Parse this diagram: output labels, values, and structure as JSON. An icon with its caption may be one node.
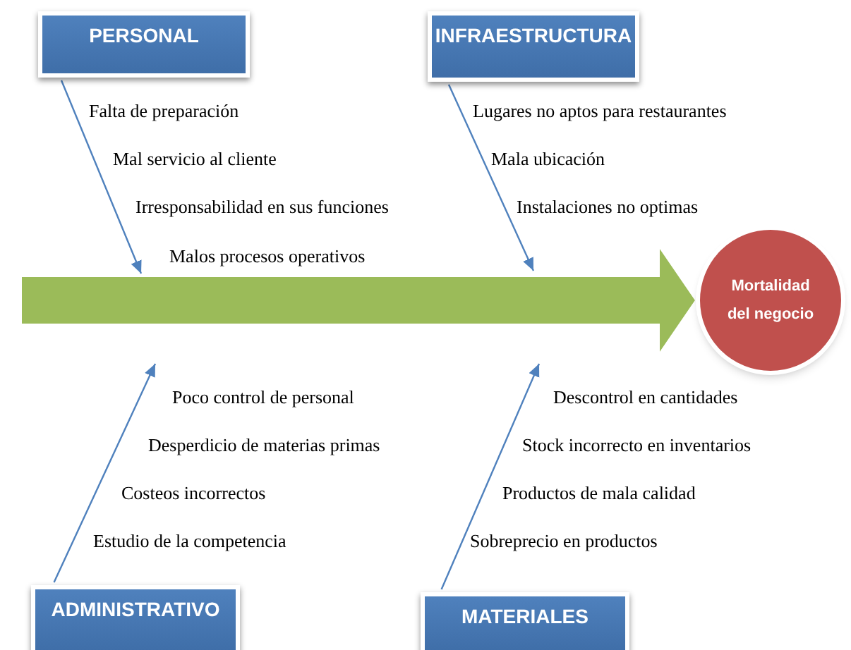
{
  "diagram": {
    "nodes": [
      {
        "text": [
          "PERSONAL"
        ]
      },
      {
        "text": [
          "INFRAESTRUCTURA"
        ]
      },
      {
        "text": [
          "Mortalidad del negocio"
        ]
      },
      {
        "text": [
          "ADMINISTRATIVO"
        ]
      },
      {
        "text": [
          "MATERIALES"
        ]
      }
    ],
    "edges": [
      {
        "from": 0,
        "to": null,
        "arrow": "to"
      },
      {
        "from": 1,
        "to": null,
        "arrow": "to"
      },
      {
        "from": 3,
        "to": null,
        "arrow": "to"
      },
      {
        "from": 4,
        "to": null,
        "arrow": "to"
      },
      {
        "from": null,
        "to": 2,
        "arrow": "to",
        "style": "thick",
        "color": "#9bbb59"
      }
    ],
    "labels": [
      "Falta de preparación",
      "Mal servicio al cliente",
      "Irresponsabilidad en sus funciones",
      "Malos procesos operativos",
      "Lugares no aptos para restaurantes",
      "Mala ubicación",
      "Instalaciones no optimas",
      "Poco control de personal",
      "Desperdicio de materias primas",
      "Costeos incorrectos",
      "Estudio de la competencia",
      "Descontrol en cantidades",
      "Stock incorrecto en inventarios",
      "Productos de mala calidad",
      "Sobreprecio en productos"
    ]
  }
}
